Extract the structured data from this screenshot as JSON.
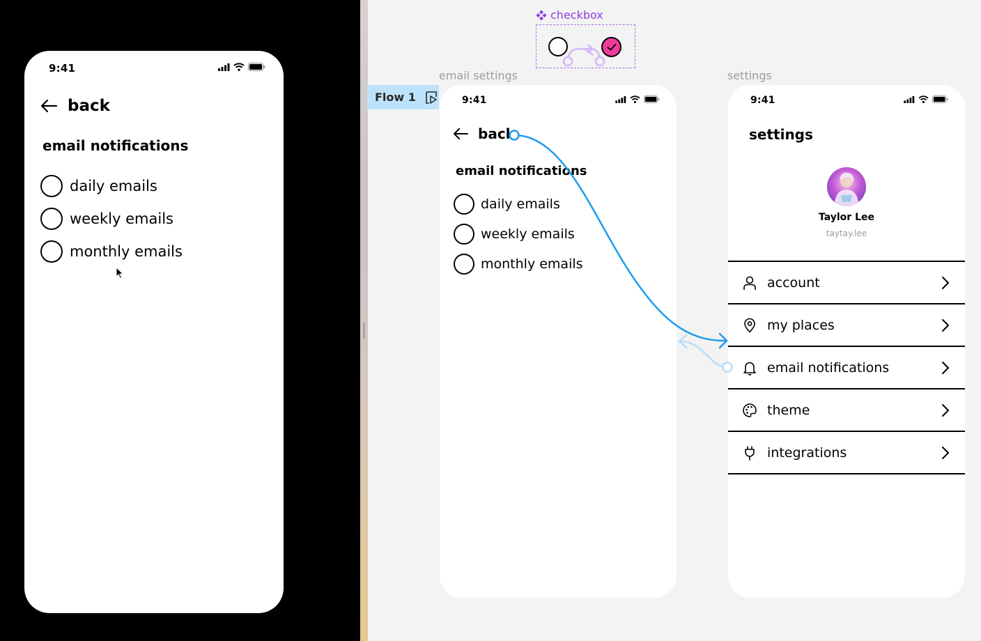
{
  "status_bar": {
    "time": "9:41"
  },
  "preview": {
    "back_label": "back",
    "heading": "email notifications",
    "options": [
      {
        "label": "daily emails",
        "checked": false
      },
      {
        "label": "weekly emails",
        "checked": false
      },
      {
        "label": "monthly emails",
        "checked": false
      }
    ]
  },
  "canvas": {
    "component": {
      "name": "checkbox",
      "color": "#8f3ee3",
      "checked_color": "#ee3c9a"
    },
    "flow": {
      "label": "Flow 1"
    },
    "connector_color": "#1e9bf0",
    "email_frame": {
      "frame_label": "email settings",
      "back_label": "back",
      "heading": "email notifications",
      "options": [
        {
          "label": "daily emails"
        },
        {
          "label": "weekly emails"
        },
        {
          "label": "monthly emails"
        }
      ]
    },
    "settings_frame": {
      "frame_label": "settings",
      "title": "settings",
      "profile": {
        "name": "Taylor Lee",
        "handle": "taytay.lee"
      },
      "menu": [
        {
          "label": "account",
          "icon": "person-icon"
        },
        {
          "label": "my places",
          "icon": "location-pin-icon"
        },
        {
          "label": "email notifications",
          "icon": "bell-icon"
        },
        {
          "label": "theme",
          "icon": "palette-icon"
        },
        {
          "label": "integrations",
          "icon": "plug-icon"
        }
      ]
    }
  }
}
